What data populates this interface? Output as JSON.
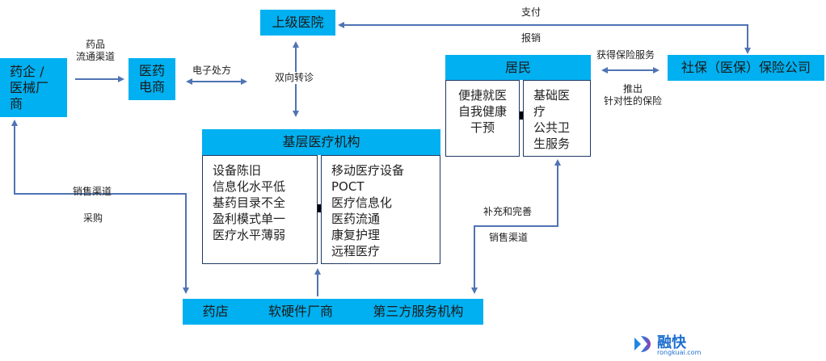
{
  "nodes": {
    "upper_hospital": "上级医院",
    "pharma": [
      "药企 /",
      "医械厂",
      "商"
    ],
    "ecommerce": [
      "医药",
      "电商"
    ],
    "primary_care": {
      "title": "基层医疗机构",
      "problems": [
        "设备陈旧",
        "信息化水平低",
        "基药目录不全",
        "盈利模式单一",
        "医疗水平薄弱"
      ],
      "solutions": [
        "移动医疗设备",
        "POCT",
        "医疗信息化",
        "医药流通",
        "康复护理",
        "远程医疗"
      ]
    },
    "residents": {
      "title": "居民",
      "needs": [
        "便捷就医",
        "自我健康",
        "干预"
      ],
      "services": [
        "基础医",
        "疗",
        "公共卫",
        "生服务"
      ]
    },
    "insurance": "社保（医保）保险公司",
    "bottom_bar": [
      "药店",
      "软硬件厂商",
      "第三方服务机构"
    ]
  },
  "edge_labels": {
    "drug_channel": [
      "药品",
      "流通渠道"
    ],
    "e_prescription": "电子处方",
    "referral": "双向转诊",
    "pay": "支付",
    "reimburse": "报销",
    "get_insurance": "获得保险服务",
    "targeted_insurance": [
      "推出",
      "针对性的保险"
    ],
    "sales_channel_left": "销售渠道",
    "purchase": "采购",
    "supplement": "补充和完善",
    "sales_channel_right": "销售渠道"
  },
  "logo": {
    "name": "融快",
    "url_text": "rongkuai.com"
  },
  "colors": {
    "box": "#00b0f0",
    "arrow": "#4f74b3",
    "border": "#1f3864"
  }
}
